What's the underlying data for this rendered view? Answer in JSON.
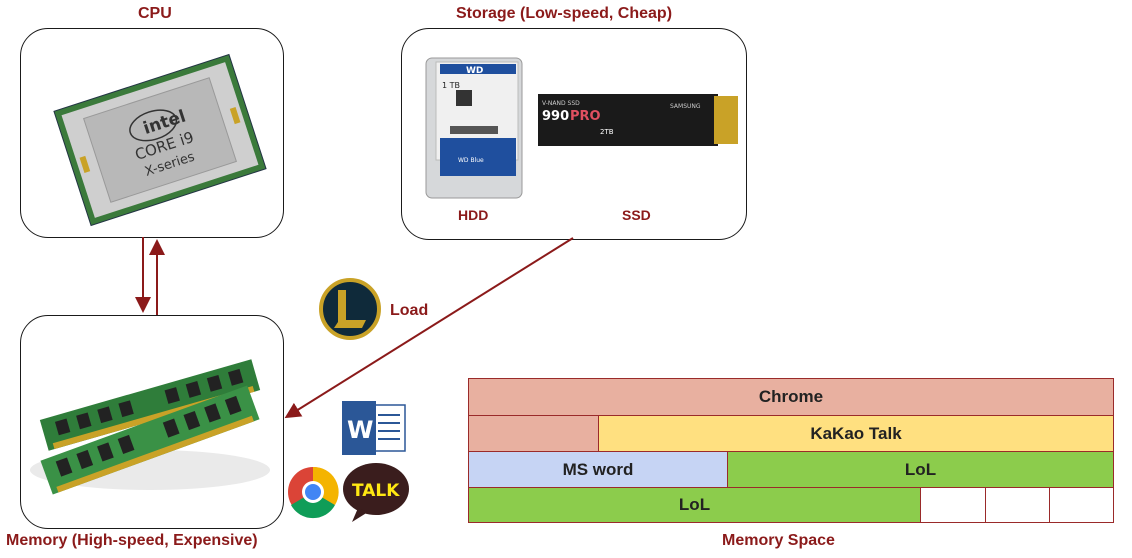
{
  "labels": {
    "cpu": "CPU",
    "storage": "Storage (Low-speed, Cheap)",
    "memory": "Memory (High-speed, Expensive)",
    "memory_space": "Memory Space",
    "load": "Load",
    "hdd": "HDD",
    "ssd": "SSD"
  },
  "cpu_chip": {
    "brand": "intel",
    "line1": "CORE i9",
    "line2": "X-series"
  },
  "hdd_label": {
    "brand": "WD",
    "capacity": "1 TB",
    "series": "WD Blue"
  },
  "ssd_label": {
    "line1": "V-NAND SSD",
    "model": "990",
    "model_suffix": "PRO",
    "capacity": "2TB",
    "brand": "SAMSUNG"
  },
  "apps": {
    "word_letter": "W",
    "talk": "TALK"
  },
  "memory_space": {
    "row1": [
      "Chrome"
    ],
    "row2": [
      "",
      "KaKao Talk"
    ],
    "row3": [
      "MS word",
      "LoL"
    ],
    "row4": [
      "LoL",
      "",
      "",
      ""
    ]
  },
  "colors": {
    "accent": "#8b1a1a",
    "chrome": "#e8b0a0",
    "kakao": "#ffe080",
    "msword": "#c6d4f4",
    "lol": "#8ccc4c"
  }
}
